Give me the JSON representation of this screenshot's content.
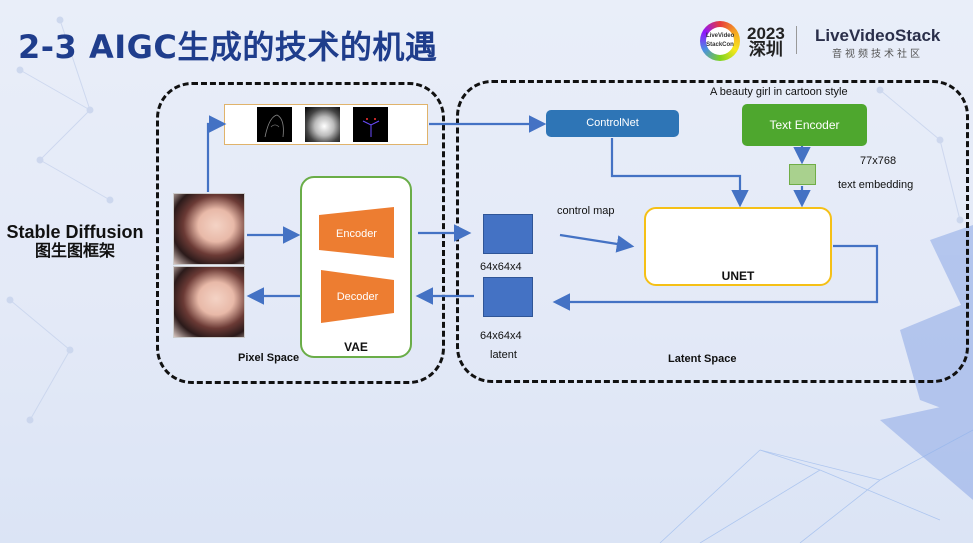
{
  "header": {
    "title": "2-3 AIGC生成的技术的机遇",
    "logo_year": "2023",
    "logo_city": "深圳",
    "logo_badge": "LiveVideo StackCon",
    "brand": "LiveVideoStack",
    "brand_sub": "音视频技术社区"
  },
  "side": {
    "line1": "Stable Diffusion",
    "line2": "图生图框架"
  },
  "diagram": {
    "prompt": "A beauty girl in cartoon style",
    "controlnet": "ControlNet",
    "text_encoder": "Text Encoder",
    "embed_dim": "77x768",
    "embed_label": "text embedding",
    "control_map": "control map",
    "encoder": "Encoder",
    "decoder": "Decoder",
    "vae": "VAE",
    "unet": "UNET",
    "latent_top": "64x64x4",
    "latent_bottom": "64x64x4",
    "latent": "latent",
    "pixel_space": "Pixel Space",
    "latent_space": "Latent Space"
  },
  "colors": {
    "title": "#1f3d8c",
    "controlnet": "#2e75b6",
    "text_encoder": "#4ea72e",
    "encoder": "#ed7d31",
    "unet_border": "#f5c016",
    "vae_border": "#6aad48",
    "arrow": "#4472c4",
    "latent_box": "#4472c4"
  }
}
